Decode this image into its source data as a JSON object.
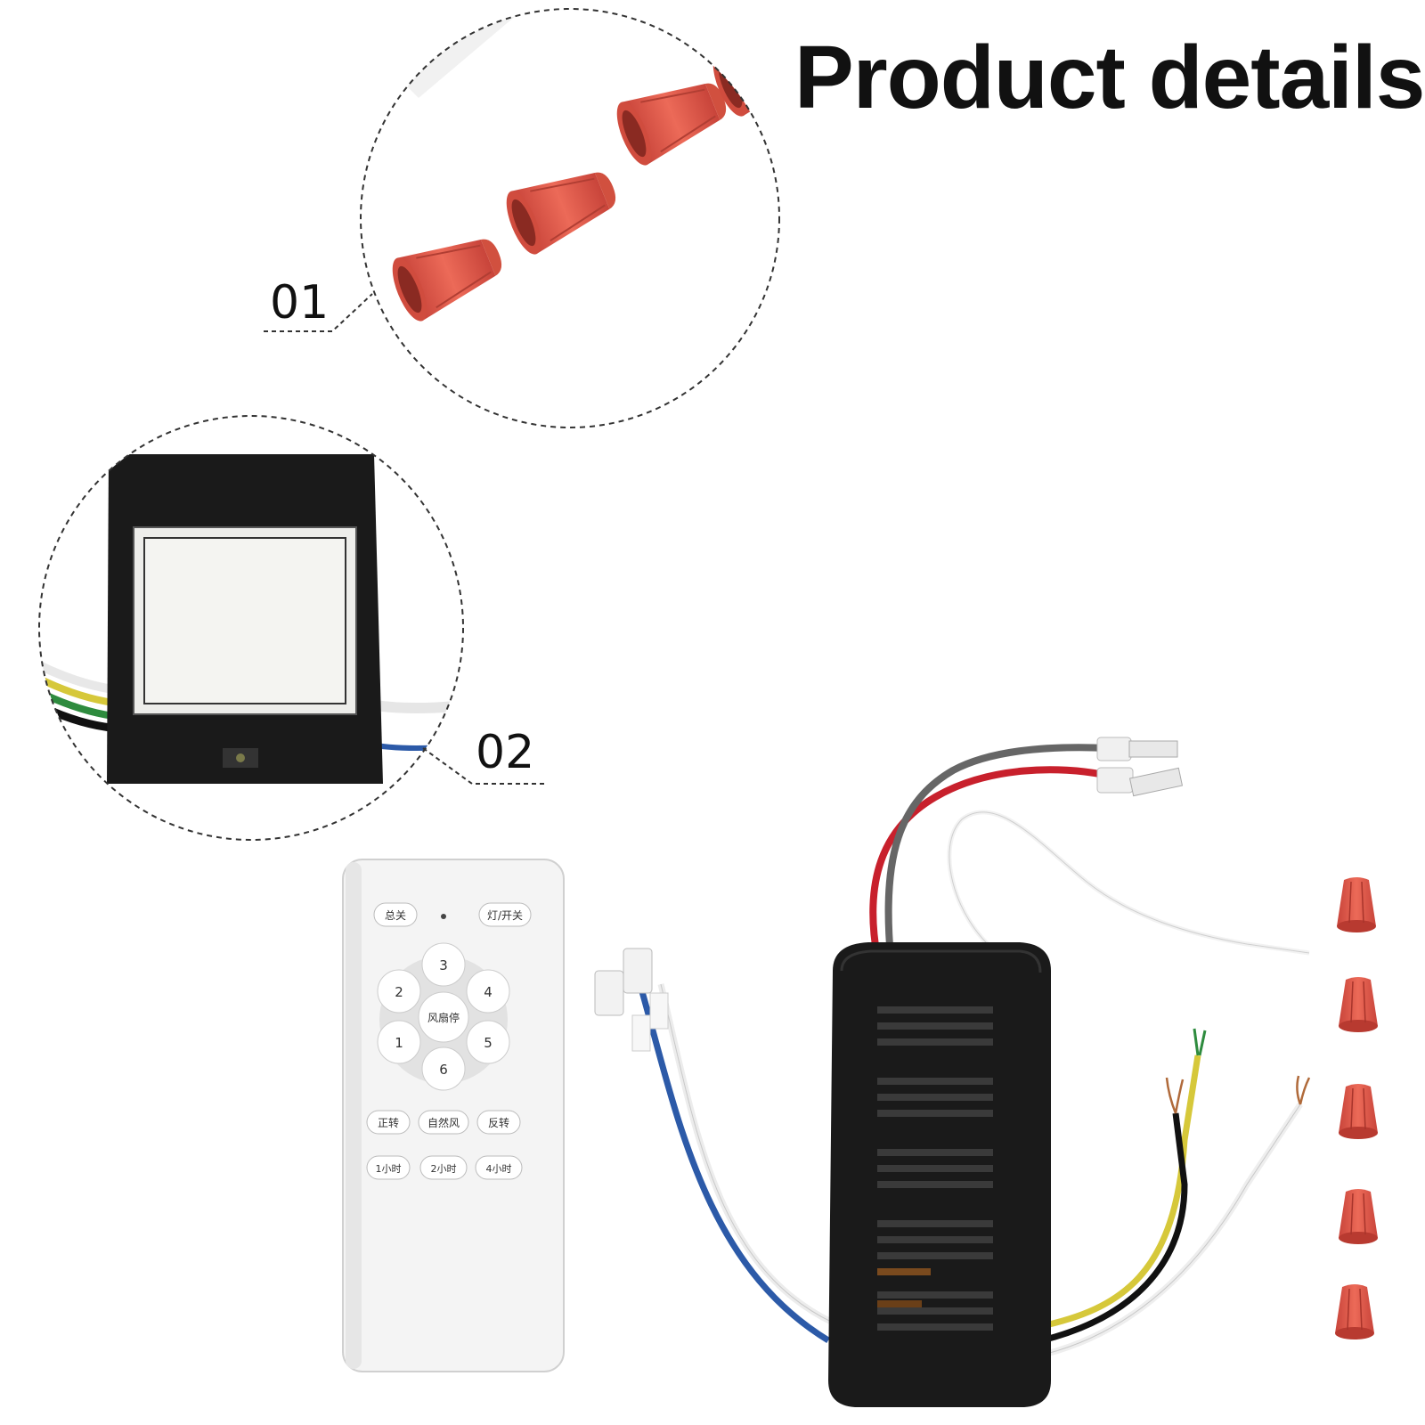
{
  "header": {
    "title": "Product details"
  },
  "callouts": [
    {
      "label": "01"
    },
    {
      "label": "02"
    }
  ],
  "remote": {
    "power_button": "总关",
    "light_button": "灯/开关",
    "speed_buttons": [
      "1",
      "2",
      "3",
      "4",
      "5",
      "6"
    ],
    "fan_stop_button": "风扇停",
    "mode_buttons": [
      "正转",
      "自然风",
      "反转"
    ],
    "timer_buttons": [
      "1小时",
      "2小时",
      "4小时"
    ]
  },
  "colors": {
    "wire_nut": "#e05a4a",
    "receiver": "#1a1a1a",
    "remote": "#f4f4f4"
  },
  "icons": [
    "wire-nut-icon"
  ]
}
